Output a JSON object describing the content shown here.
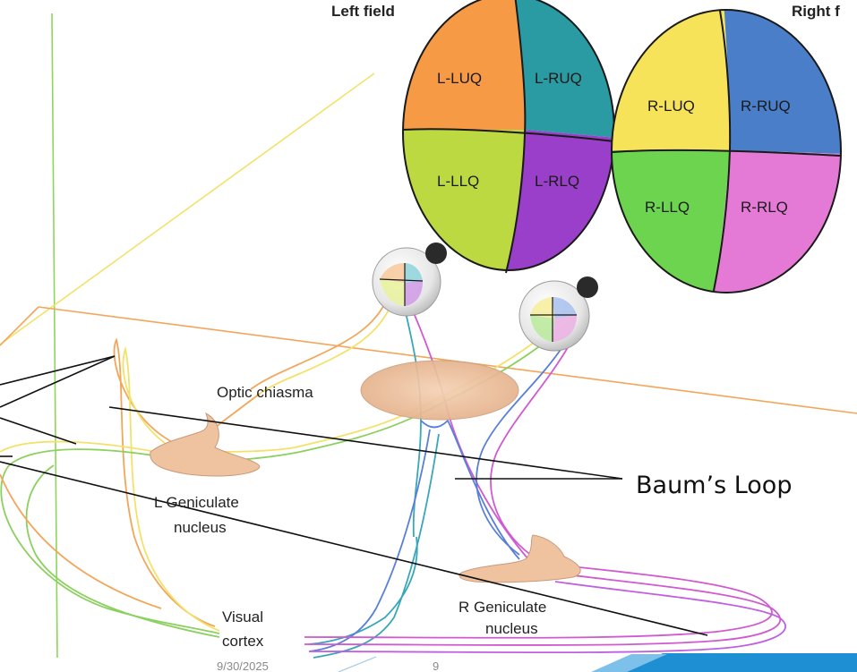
{
  "fields": {
    "left_title": "Left field",
    "right_title": "Right f"
  },
  "left_field_quadrants": {
    "luq": {
      "label": "L-LUQ",
      "color": "#f79a45"
    },
    "ruq": {
      "label": "L-RUQ",
      "color": "#2a9aa3"
    },
    "llq": {
      "label": "L-LLQ",
      "color": "#bcd942"
    },
    "rlq": {
      "label": "L-RLQ",
      "color": "#9a3fc9"
    }
  },
  "right_field_quadrants": {
    "luq": {
      "label": "R-LUQ",
      "color": "#f7e35a"
    },
    "ruq": {
      "label": "R-RUQ",
      "color": "#4a7ec9"
    },
    "llq": {
      "label": "R-LLQ",
      "color": "#6cd44e"
    },
    "rlq": {
      "label": "R-RLQ",
      "color": "#e57ad6"
    }
  },
  "structures": {
    "optic_chiasma": "Optic chiasma",
    "l_geniculate_line1": "L Geniculate",
    "l_geniculate_line2": "nucleus",
    "r_geniculate_line1": "R Geniculate",
    "r_geniculate_line2": "nucleus",
    "visual_cortex_line1": "Visual",
    "visual_cortex_line2": "cortex"
  },
  "callout": {
    "label": "Baum’s Loop"
  },
  "footer": {
    "date": "9/30/2025",
    "page": "9"
  },
  "colors": {
    "orange_line": "#f2a65a",
    "yellow_line": "#f2e26a",
    "green_line": "#8cd060",
    "teal_line": "#3aa7b8",
    "blue_line": "#5a7fd8",
    "magenta_line": "#d05ad0",
    "tissue": "#f0c4a4",
    "accent_blue": "#1f8fd4"
  }
}
